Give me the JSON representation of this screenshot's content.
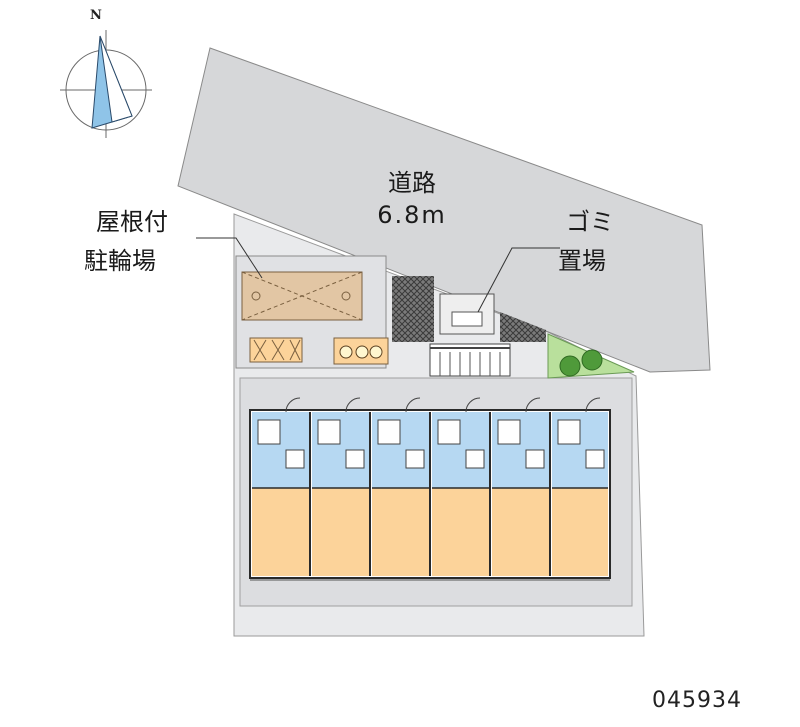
{
  "compass": {
    "north_label": "N",
    "icon": "north-arrow-icon"
  },
  "road": {
    "label": "道路",
    "width": "6.8m"
  },
  "bike_parking": {
    "line1": "屋根付",
    "line2": "駐輪場"
  },
  "garbage": {
    "line1": "ゴミ",
    "line2": "置場"
  },
  "property_code": "045934",
  "units": {
    "count": 6
  },
  "colors": {
    "road": "#d6d7d9",
    "site": "#e9eaec",
    "living_room": "#fcd39a",
    "wet_area": "#b6d8f2",
    "bike_parking": "#e2c6a4",
    "greenery": "#6fbe55",
    "walls": "#2a2a2a"
  }
}
